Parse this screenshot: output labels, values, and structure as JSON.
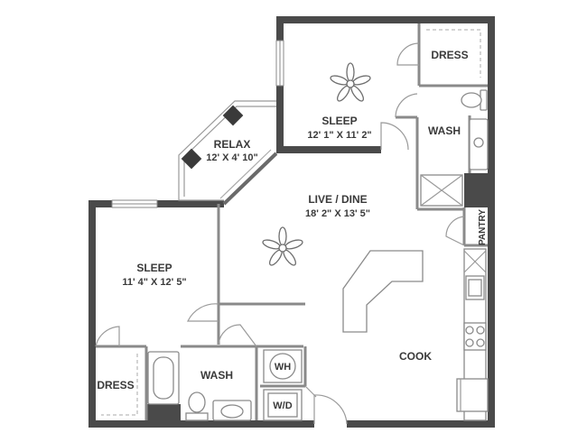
{
  "rooms": {
    "sleep_main": {
      "name": "SLEEP",
      "dims": "12' 1\" X 11' 2\""
    },
    "dress_main": {
      "name": "DRESS"
    },
    "wash_main": {
      "name": "WASH"
    },
    "relax": {
      "name": "RELAX",
      "dims": "12' X 4' 10\""
    },
    "live_dine": {
      "name": "LIVE / DINE",
      "dims": "18' 2\" X 13' 5\""
    },
    "pantry": {
      "name": "PANTRY"
    },
    "sleep_second": {
      "name": "SLEEP",
      "dims": "11' 4\" X 12' 5\""
    },
    "dress_second": {
      "name": "DRESS"
    },
    "wash_second": {
      "name": "WASH"
    },
    "cook": {
      "name": "COOK"
    },
    "wh": {
      "name": "WH"
    },
    "wd": {
      "name": "W/D"
    }
  },
  "icons": [
    "ceiling-fan-icon",
    "toilet-icon",
    "sink-icon",
    "bathtub-icon",
    "shower-icon",
    "range-icon",
    "refrigerator-icon"
  ],
  "colors": {
    "exterior_wall": "#4a4a4a",
    "interior_wall": "#8a8a8a",
    "background": "#ffffff"
  }
}
